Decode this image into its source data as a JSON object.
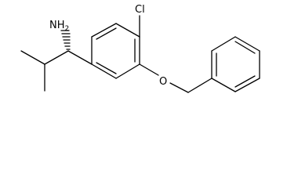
{
  "molecule": {
    "atom_labels": {
      "amine": "NH2",
      "chlorine": "Cl",
      "oxygen": "O"
    }
  },
  "colors": {
    "bond": "#000000",
    "text": "#000000",
    "background": "#ffffff"
  }
}
